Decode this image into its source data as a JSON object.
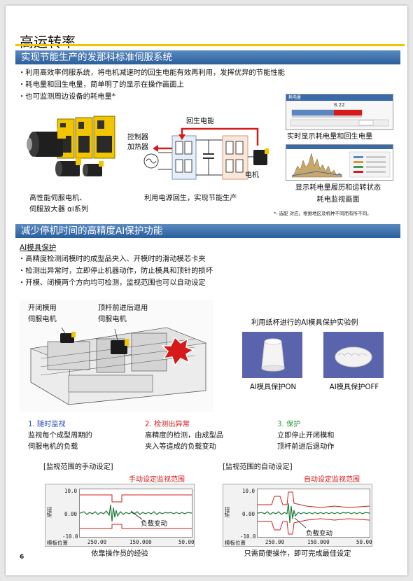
{
  "page": {
    "title": "高运转率",
    "page_number": "6"
  },
  "section1": {
    "header": "实现节能生产的发那科标准伺服系统",
    "bullets": [
      "・利用高效率伺服系统，将电机减速时的回生电能有效再利用，发挥优异的节能性能",
      "・耗电量和回生电量，简单明了的显示在操作画面上",
      "・也可监测周边设备的耗电量*"
    ],
    "motor_caption_1": "高性能伺服电机、",
    "motor_caption_2": "伺服放大器 αi系列",
    "circuit": {
      "top_label": "回生电能",
      "controller_label_1": "控制器",
      "controller_label_2": "加热器",
      "motor_label": "电机",
      "caption": "利用电源回生，实现节能生产"
    },
    "screen1": {
      "tab": "耗电量",
      "value": "8.22",
      "caption": "实时显示耗电量和回生电量"
    },
    "screen2": {
      "caption_1": "显示耗电量履历和运转状态",
      "caption_2": "耗电监视画面"
    },
    "footnote": "*: 选配 对应。根据地区及机种不同而有所不同。"
  },
  "section2": {
    "header": "减少停机时间的高精度AI保护功能",
    "subtitle": "AI模具保护",
    "bullets": [
      "・高精度检测闭模时的成型品夹入、开模时的滑动模芯卡夹",
      "・检测出异常时，立即停止机器动作，防止模具和顶针的损坏",
      "・开模、闭模两个方向均可检测，监视范围也可以自动设定"
    ],
    "machine": {
      "label_left_1": "开闭模用",
      "label_left_2": "伺服电机",
      "label_right_1": "顶杆前进后退用",
      "label_right_2": "伺服电机"
    },
    "experiment": {
      "title": "利用纸杯进行的AI模具保护实验例",
      "on_label": "AI模具保护ON",
      "off_label": "AI模具保护OFF"
    },
    "steps": [
      {
        "title": "1. 随时监视",
        "line1": "监视每个成型周期的",
        "line2": "伺服电机的负载"
      },
      {
        "title": "2. 检测出异常",
        "line1": "高精度的检测，由成型品",
        "line2": "夹入等造成的负载变动"
      },
      {
        "title": "3. 保护",
        "line1": "立即停止开闭模和",
        "line2": "顶杆前进后退动作"
      }
    ],
    "chart_manual": {
      "heading": "[监视范围的手动设定]",
      "red_label": "手动设定监视范围",
      "annotation": "负载变动",
      "ylabel": "扭矩",
      "y_ticks": [
        "10.0",
        "0.00",
        "-10.0"
      ],
      "x_label": "模板位置",
      "x_ticks": [
        "250.00",
        "150.000",
        "50.00"
      ],
      "caption": "依靠操作员的经验"
    },
    "chart_auto": {
      "heading": "[监视范围的自动设定]",
      "red_label": "自动设定监视范围",
      "annotation": "负载变动",
      "ylabel": "扭矩",
      "y_ticks": [
        "10.0",
        "0.00",
        "-10.0"
      ],
      "x_label": "模板位置",
      "x_ticks": [
        "250.00",
        "150.000",
        "50.00"
      ],
      "caption": "只需简便操作，即可完成最佳设定"
    }
  },
  "colors": {
    "accent_yellow": "#f0c400",
    "bar_blue": "#3a6fae",
    "alarm_red": "#d61a1a",
    "signal_green": "#1f7a3a"
  }
}
